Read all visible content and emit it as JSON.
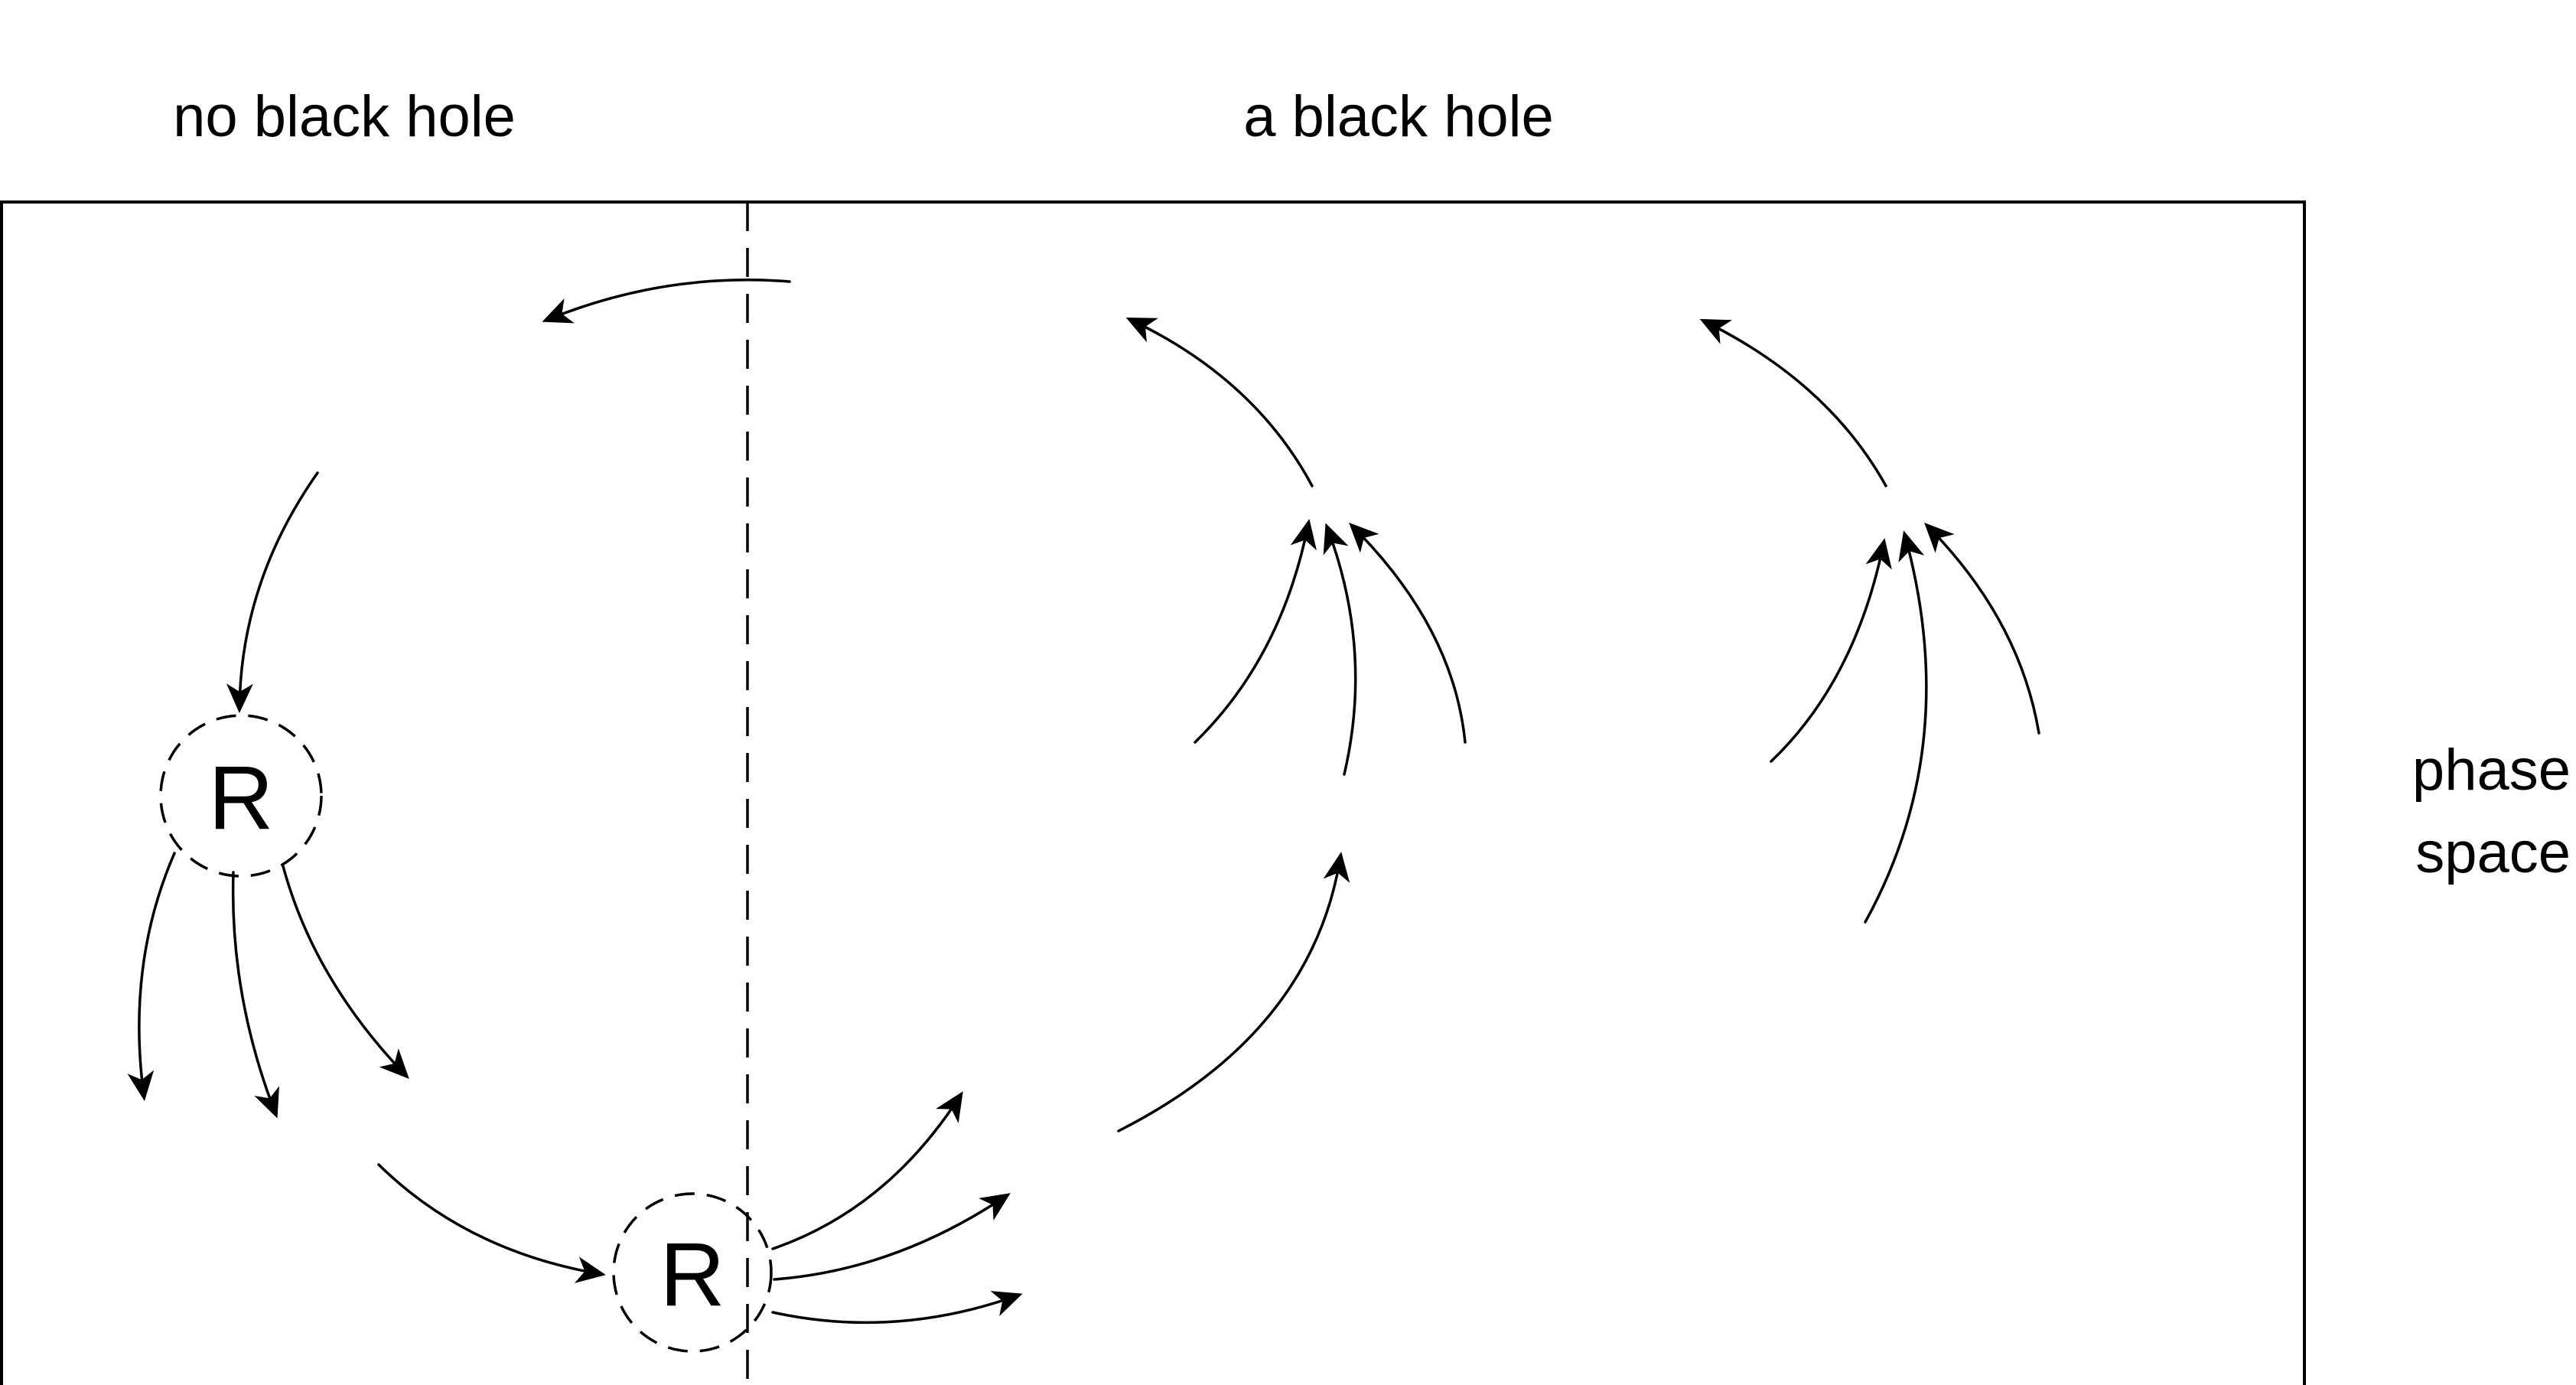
{
  "labels": {
    "left_region": "no black hole",
    "right_region": "a black hole",
    "space_line1": "phase",
    "space_line2": "space"
  },
  "markers": {
    "region_symbol": "R",
    "region_symbol_lower": "R"
  },
  "colors": {
    "ink": "#000000",
    "background": "#ffffff"
  }
}
